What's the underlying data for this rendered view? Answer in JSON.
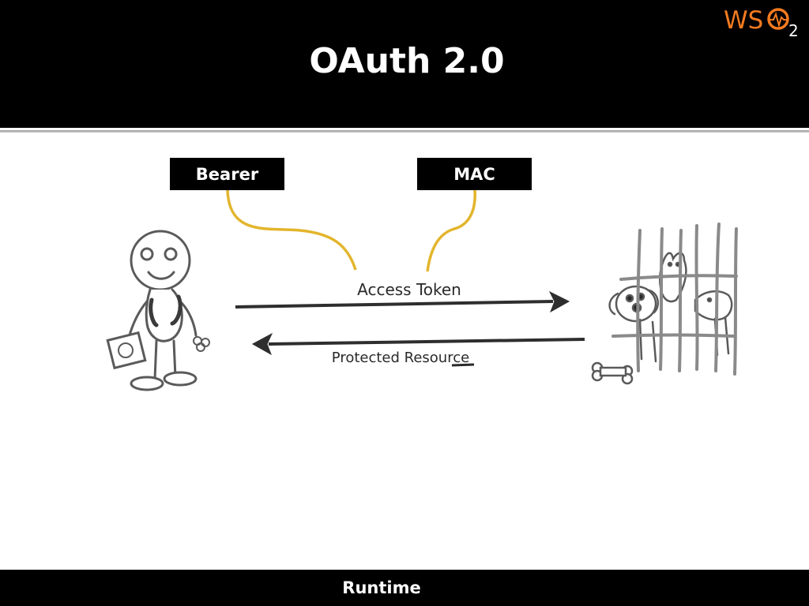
{
  "slide": {
    "title": "OAuth 2.0",
    "footer": "Runtime"
  },
  "logo": {
    "text": "WSO2",
    "color": "#f47b20"
  },
  "token_types": {
    "bearer": "Bearer",
    "mac": "MAC"
  },
  "flow": {
    "request_label": "Access Token",
    "response_label": "Protected Resource"
  },
  "colors": {
    "connector": "#e3b52c",
    "header": "#000000",
    "sketch": "#5a5a5a"
  },
  "icons": [
    "person-sketch-icon",
    "caged-dogs-icon",
    "bone-icon"
  ]
}
